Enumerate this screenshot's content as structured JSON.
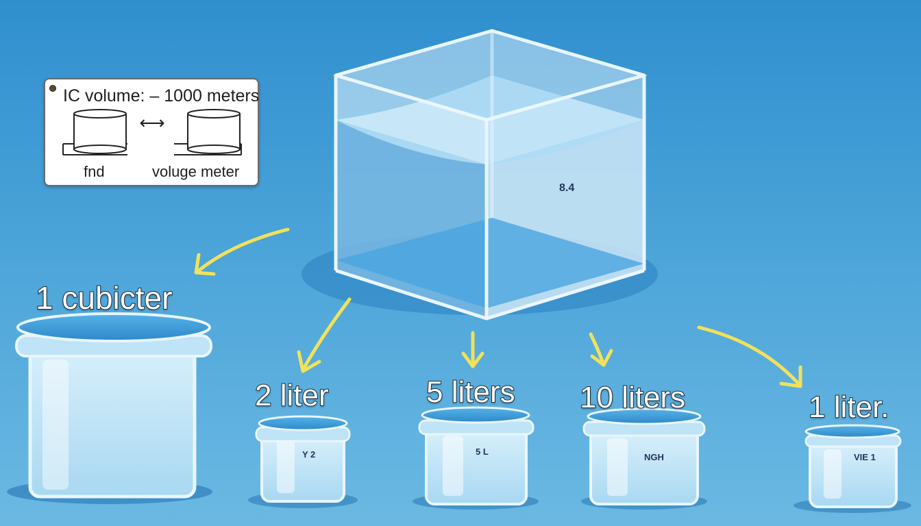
{
  "legend": {
    "title": "IC volume: – 1000 meters",
    "left_label": "fnd",
    "right_label": "voluge meter",
    "arrow_symbol": "⟷"
  },
  "cube": {
    "value_label": "8.4"
  },
  "containers": [
    {
      "label": "1 cubicter",
      "tag": ""
    },
    {
      "label": "2 liter",
      "tag": "Y 2"
    },
    {
      "label": "5 liters",
      "tag": "5 L"
    },
    {
      "label": "10 liters",
      "tag": "NGH"
    },
    {
      "label": "1 liter.",
      "tag": "VIE 1"
    }
  ],
  "colors": {
    "background_top": "#2f8fce",
    "background_bottom": "#6bb9e3",
    "arrow": "#f2e15a",
    "lid": "#3a9ad8",
    "water": "#8cc8ef"
  }
}
